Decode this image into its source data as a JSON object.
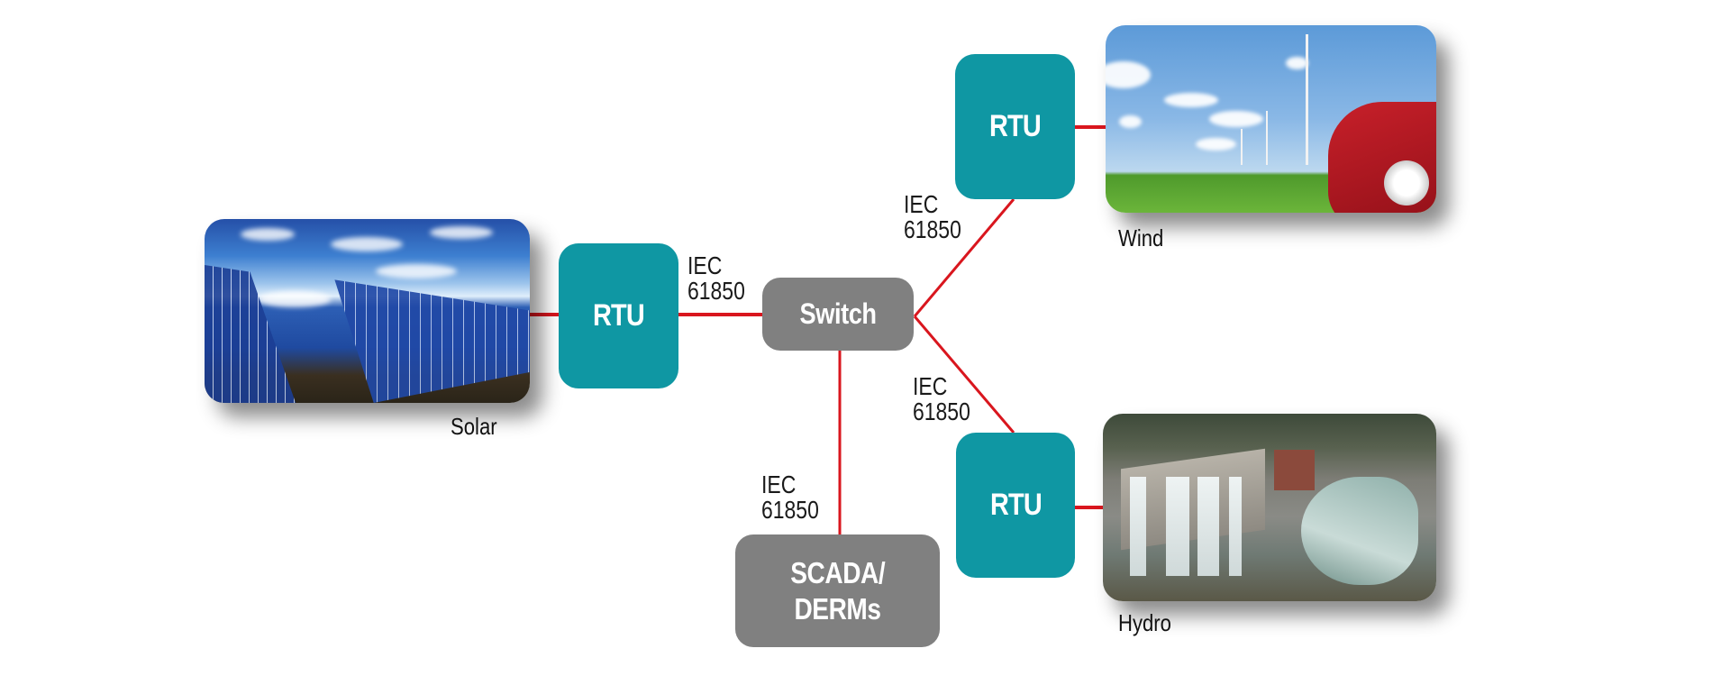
{
  "diagram": {
    "type": "network-topology",
    "nodes": {
      "rtu_solar": {
        "label": "RTU"
      },
      "rtu_wind": {
        "label": "RTU"
      },
      "rtu_hydro": {
        "label": "RTU"
      },
      "switch": {
        "label": "Switch"
      },
      "scada": {
        "line1": "SCADA/",
        "line2": "DERMs"
      }
    },
    "sources": {
      "solar": {
        "caption": "Solar",
        "icon": "solar-panel-photo"
      },
      "wind": {
        "caption": "Wind",
        "icon": "wind-turbine-photo"
      },
      "hydro": {
        "caption": "Hydro",
        "icon": "hydro-dam-photo"
      }
    },
    "protocol_labels": [
      {
        "line1": "IEC",
        "line2": "61850"
      },
      {
        "line1": "IEC",
        "line2": "61850"
      },
      {
        "line1": "IEC",
        "line2": "61850"
      },
      {
        "line1": "IEC",
        "line2": "61850"
      }
    ],
    "edges": [
      {
        "from": "solar",
        "to": "rtu_solar"
      },
      {
        "from": "rtu_solar",
        "to": "switch",
        "protocol": "IEC 61850"
      },
      {
        "from": "switch",
        "to": "rtu_wind",
        "protocol": "IEC 61850"
      },
      {
        "from": "switch",
        "to": "rtu_hydro",
        "protocol": "IEC 61850"
      },
      {
        "from": "switch",
        "to": "scada",
        "protocol": "IEC 61850"
      },
      {
        "from": "rtu_wind",
        "to": "wind"
      },
      {
        "from": "rtu_hydro",
        "to": "hydro"
      }
    ],
    "colors": {
      "rtu": "#0f97a3",
      "switch": "#808080",
      "link": "#d9161e",
      "node_text": "#ffffff",
      "label_text": "#1a1a1a"
    }
  }
}
